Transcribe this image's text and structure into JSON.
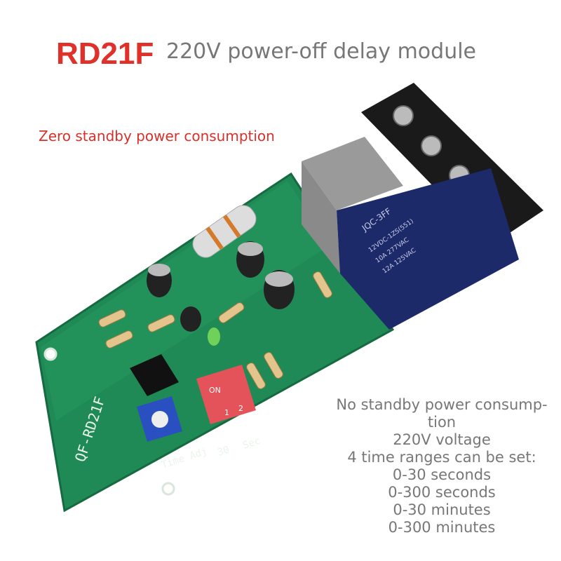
{
  "header": {
    "model": "RD21F",
    "description": "220V power-off delay module"
  },
  "subtitle": "Zero standby power consumption",
  "features": [
    "No standby power consump-",
    "tion",
    "220V voltage",
    "4 time ranges can be set:",
    "0-30 seconds",
    "0-300 seconds",
    "0-30 minutes",
    "0-300 minutes"
  ],
  "board": {
    "silkscreen_name": "QF-RD21F",
    "time_adj_label": "Time Adj",
    "sec_label": "Sec",
    "range_label": "30",
    "dip_on_label": "ON",
    "dip_1": "1",
    "dip_2": "2",
    "relay_model": "JQC-3FF",
    "relay_spec_1": "12VDC-1ZS(551)",
    "relay_spec_2": "10A 277VAC",
    "relay_spec_3": "12A 125VAC",
    "colors": {
      "pcb": "#1f8a55",
      "relay": "#1d2a6a",
      "title_red": "#e0302a",
      "text_gray": "#777777"
    }
  }
}
